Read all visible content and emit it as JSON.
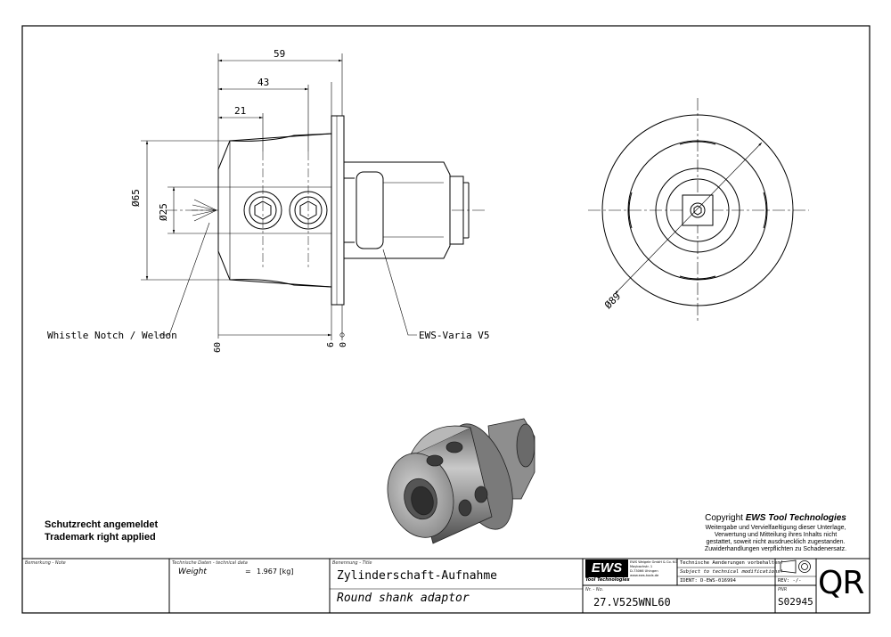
{
  "dimensions": {
    "d59": "59",
    "d43": "43",
    "d21": "21",
    "dia65": "Ø65",
    "dia25": "Ø25",
    "dia89": "Ø89",
    "d60": "60",
    "d6": "6",
    "d0": "0"
  },
  "callouts": {
    "whistle": "Whistle Notch / Weldon",
    "varia": "EWS-Varia V5"
  },
  "patent": {
    "line1": "Schutzrecht angemeldet",
    "line2": "Trademark right applied"
  },
  "copyright": {
    "prefix": "Copyright ",
    "brand": "EWS Tool Technologies",
    "line1": "Weitergabe und Vervielfaeltigung dieser Unterlage,",
    "line2": "Verwertung und Mitteilung ihres Inhalts nicht",
    "line3": "gestattet, soweit nicht ausdruecklich zugestanden.",
    "line4": "Zuwiderhandlungen verpflichten zu Schadenersatz."
  },
  "title_block": {
    "note_label": "Bemerkung - Note",
    "tech_label": "Technische Daten - technical data",
    "weight_label": "Weight",
    "weight_eq": "=",
    "weight_value": "1.967 [kg]",
    "title_label": "Benennung - Title",
    "title_de": "Zylinderschaft-Aufnahme",
    "title_en": "Round shank adaptor",
    "logo": "EWS",
    "logo_sub": "Tool Technologies",
    "company1": "EWS Weigele GmbH & Co. KG",
    "company2": "Maybachstr. 1",
    "company3": "D-73066 Uhingen",
    "company4": "www.ews-tools.de",
    "changes_de": "Technische Aenderungen vorbehalten!",
    "changes_en": "Subject to technical modifications!",
    "ident": "IDENT:  D-EWS-016994",
    "rev": "REV:  -/-",
    "nr_label": "Nr. - No.",
    "part_no": "27.V525WNL60",
    "pnr_label": "PNR",
    "pnr": "S02945",
    "qr": "QR"
  }
}
